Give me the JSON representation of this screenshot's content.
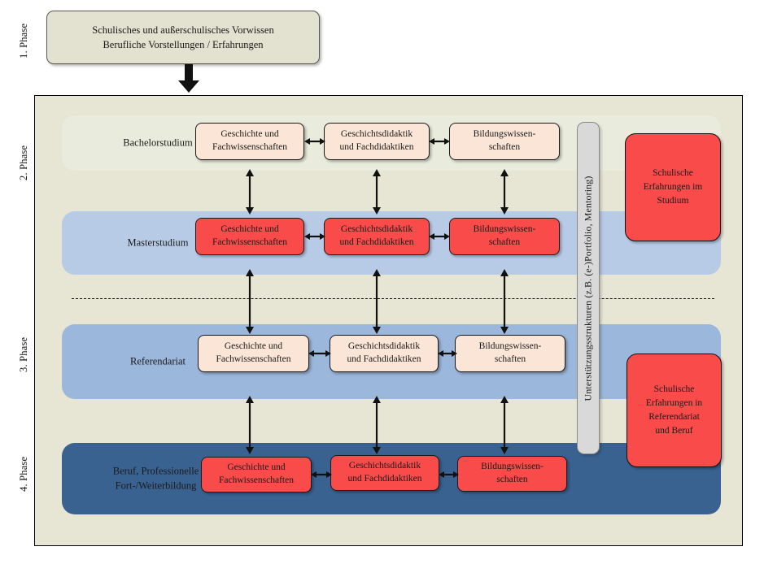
{
  "phases": [
    {
      "id": "phase-1",
      "label": "1. Phase"
    },
    {
      "id": "phase-2",
      "label": "2. Phase"
    },
    {
      "id": "phase-3",
      "label": "3. Phase"
    },
    {
      "id": "phase-4",
      "label": "4. Phase"
    }
  ],
  "prebox": {
    "line1": "Schulisches und außerschulisches Vorwissen",
    "line2": "Berufliche Vorstellungen / Erfahrungen"
  },
  "rows": [
    {
      "id": "bachelorstudium",
      "title": "Bachelorstudium",
      "band_color": "#e9ecdc",
      "box_style": "pale",
      "boxes": [
        {
          "id": "geschichte",
          "line1": "Geschichte und",
          "line2": "Fachwissenschaften"
        },
        {
          "id": "geschichtsdidaktik",
          "line1": "Geschichtsdidaktik",
          "line2": "und Fachdidaktiken"
        },
        {
          "id": "bildungswissenschaften",
          "line1": "Bildungswissen-",
          "line2": "schaften"
        }
      ]
    },
    {
      "id": "masterstudium",
      "title": "Masterstudium",
      "band_color": "#b8cbe6",
      "box_style": "red",
      "boxes": [
        {
          "id": "geschichte",
          "line1": "Geschichte und",
          "line2": "Fachwissenschaften"
        },
        {
          "id": "geschichtsdidaktik",
          "line1": "Geschichtsdidaktik",
          "line2": "und Fachdidaktiken"
        },
        {
          "id": "bildungswissenschaften",
          "line1": "Bildungswissen-",
          "line2": "schaften"
        }
      ]
    },
    {
      "id": "referendariat",
      "title": "Referendariat",
      "band_color": "#9bb7dc",
      "box_style": "pale",
      "boxes": [
        {
          "id": "geschichte",
          "line1": "Geschichte und",
          "line2": "Fachwissenschaften"
        },
        {
          "id": "geschichtsdidaktik",
          "line1": "Geschichtsdidaktik",
          "line2": "und Fachdidaktiken"
        },
        {
          "id": "bildungswissenschaften",
          "line1": "Bildungswissen-",
          "line2": "schaften"
        }
      ]
    },
    {
      "id": "beruf",
      "title_line1": "Beruf, Professionelle",
      "title_line2": "Fort-/Weiterbildung",
      "band_color": "#3a6291",
      "box_style": "red",
      "boxes": [
        {
          "id": "geschichte",
          "line1": "Geschichte und",
          "line2": "Fachwissenschaften"
        },
        {
          "id": "geschichtsdidaktik",
          "line1": "Geschichtsdidaktik",
          "line2": "und Fachdidaktiken"
        },
        {
          "id": "bildungswissenschaften",
          "line1": "Bildungswissen-",
          "line2": "schaften"
        }
      ]
    }
  ],
  "support_column": {
    "label": "Unterstützungsstrukturen (z.B. (e-)Portfolio, Mentoring)"
  },
  "experience_boxes": [
    {
      "id": "erfahrungen-studium",
      "line1": "Schulische",
      "line2": "Erfahrungen im",
      "line3": "Studium",
      "line4": ""
    },
    {
      "id": "erfahrungen-referendariat",
      "line1": "Schulische",
      "line2": "Erfahrungen in",
      "line3": "Referendariat",
      "line4": "und Beruf"
    }
  ],
  "colors": {
    "canvas": "#e7e5d4",
    "prebox": "#e3e1d0",
    "pale_box": "#fbe5d6",
    "red_box": "#fa4b4b",
    "support": "#d9d9d9",
    "band_bachelor": "#e9ecdc",
    "band_master": "#b8cbe6",
    "band_referendariat": "#9bb7dc",
    "band_beruf": "#3a6291"
  }
}
